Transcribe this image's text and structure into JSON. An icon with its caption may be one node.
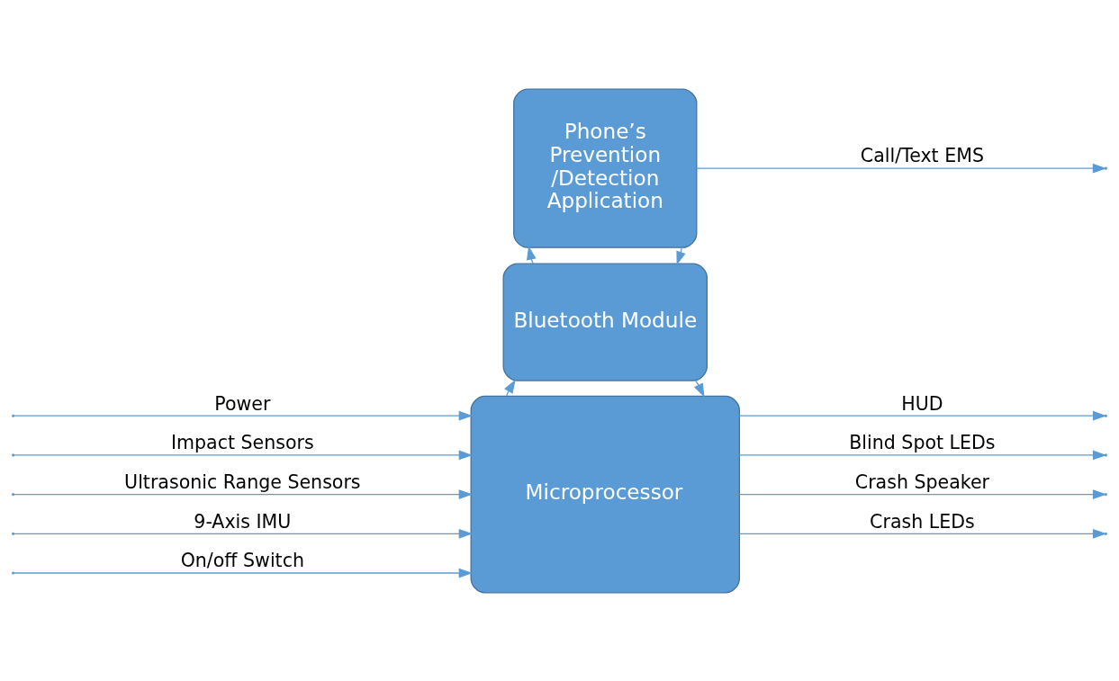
{
  "diagram": {
    "nodes": [
      {
        "text": [
          "Microprocessor"
        ]
      },
      {
        "text": [
          "Bluetooth Module"
        ]
      },
      {
        "text": [
          "Phone’s Prevention /Detection Application"
        ]
      }
    ],
    "edges": [
      {
        "from": null,
        "to": 0,
        "arrow": "to",
        "label": "Power"
      },
      {
        "from": null,
        "to": 0,
        "arrow": "to",
        "label": "Impact Sensors"
      },
      {
        "from": null,
        "to": 0,
        "arrow": "to",
        "label": "Ultrasonic Range Sensors"
      },
      {
        "from": null,
        "to": 0,
        "arrow": "to",
        "label": "9-Axis IMU"
      },
      {
        "from": null,
        "to": 0,
        "arrow": "to",
        "label": "On/off Switch"
      },
      {
        "from": 0,
        "to": null,
        "arrow": "to",
        "label": "HUD"
      },
      {
        "from": 0,
        "to": null,
        "arrow": "to",
        "label": "Blind Spot LEDs"
      },
      {
        "from": 0,
        "to": null,
        "arrow": "to",
        "label": "Crash Speaker"
      },
      {
        "from": 0,
        "to": null,
        "arrow": "to",
        "label": "Crash LEDs"
      },
      {
        "from": 1,
        "to": 0,
        "arrow": "to"
      },
      {
        "from": 0,
        "to": 1,
        "arrow": "to"
      },
      {
        "from": 2,
        "to": 1,
        "arrow": "to"
      },
      {
        "from": 1,
        "to": 2,
        "arrow": "to"
      },
      {
        "from": 2,
        "to": null,
        "arrow": "to",
        "label": "Call/Text EMS"
      }
    ]
  }
}
